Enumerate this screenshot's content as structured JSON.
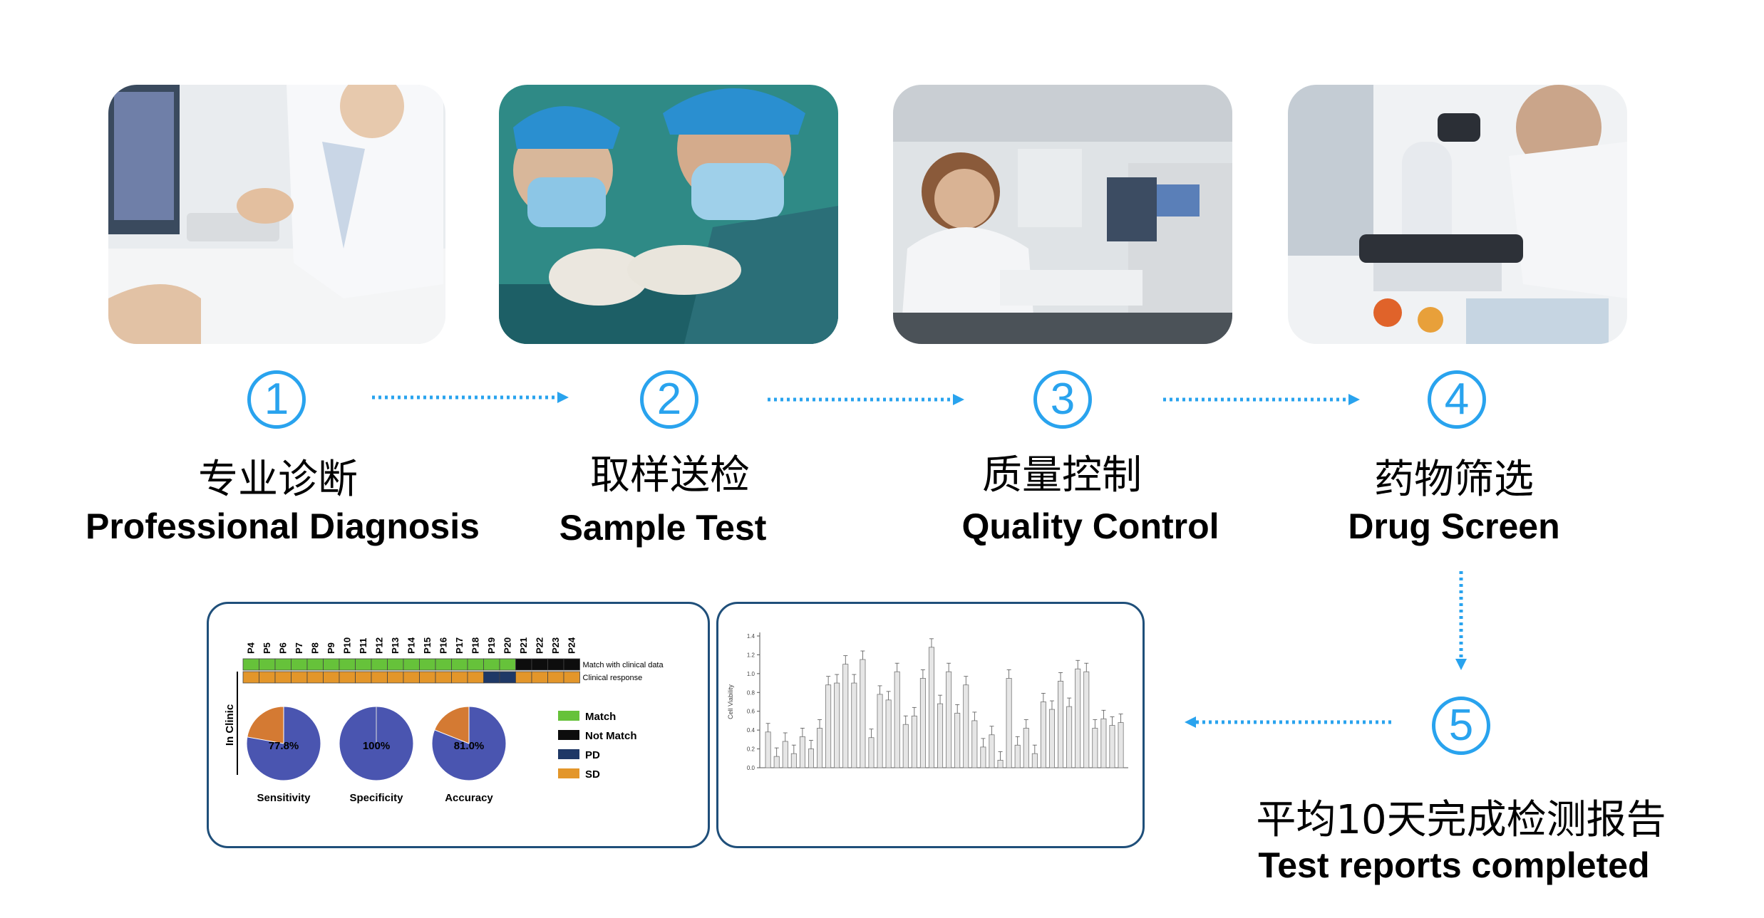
{
  "steps": [
    {
      "num": "1",
      "cn": "专业诊断",
      "en": "Professional Diagnosis"
    },
    {
      "num": "2",
      "cn": "取样送检",
      "en": "Sample Test"
    },
    {
      "num": "3",
      "cn": "质量控制",
      "en": "Quality Control"
    },
    {
      "num": "4",
      "cn": "药物筛选",
      "en": "Drug Screen"
    },
    {
      "num": "5",
      "cn": "平均10天完成检测报告",
      "en": "Test reports completed"
    }
  ],
  "colors": {
    "accent": "#29a3ee",
    "match": "#66c23a",
    "not_match": "#0d0d0d",
    "pd": "#1f3866",
    "sd": "#e3962a",
    "pie_blue": "#4a55b0",
    "pie_orange": "#d47a33",
    "panel_border": "#1f4f7a"
  },
  "clinic_panel": {
    "patients": [
      "P4",
      "P5",
      "P6",
      "P7",
      "P8",
      "P9",
      "P10",
      "P11",
      "P12",
      "P13",
      "P14",
      "P15",
      "P16",
      "P17",
      "P18",
      "P19",
      "P20",
      "P21",
      "P22",
      "P23",
      "P24"
    ],
    "match_row": [
      "Match",
      "Match",
      "Match",
      "Match",
      "Match",
      "Match",
      "Match",
      "Match",
      "Match",
      "Match",
      "Match",
      "Match",
      "Match",
      "Match",
      "Match",
      "Match",
      "Match",
      "Not Match",
      "Not Match",
      "Not Match",
      "Not Match"
    ],
    "response_row": [
      "SD",
      "SD",
      "SD",
      "SD",
      "SD",
      "SD",
      "SD",
      "SD",
      "SD",
      "SD",
      "SD",
      "SD",
      "SD",
      "SD",
      "SD",
      "PD",
      "PD",
      "SD",
      "SD",
      "SD",
      "SD"
    ],
    "row_labels": [
      "Match with clinical data",
      "Clinical response"
    ],
    "side_label": "In Clinic",
    "pies": [
      {
        "value_label": "77.8%",
        "value": 77.8,
        "caption": "Sensitivity"
      },
      {
        "value_label": "100%",
        "value": 100,
        "caption": "Specificity"
      },
      {
        "value_label": "81.0%",
        "value": 81.0,
        "caption": "Accuracy"
      }
    ],
    "legend": [
      {
        "label": "Match",
        "color": "#66c23a"
      },
      {
        "label": "Not Match",
        "color": "#0d0d0d"
      },
      {
        "label": "PD",
        "color": "#1f3866"
      },
      {
        "label": "SD",
        "color": "#e3962a"
      }
    ]
  },
  "chart_data": {
    "type": "bar",
    "ylabel": "Cell Viability",
    "yticks": [
      "0.0",
      "0.2",
      "0.4",
      "0.6",
      "0.8",
      "1.0",
      "1.2",
      "1.4"
    ],
    "ylim": [
      0,
      1.4
    ],
    "values": [
      0.38,
      0.12,
      0.28,
      0.15,
      0.33,
      0.2,
      0.42,
      0.88,
      0.9,
      1.1,
      0.9,
      1.15,
      0.32,
      0.78,
      0.72,
      1.02,
      0.46,
      0.55,
      0.95,
      1.28,
      0.68,
      1.02,
      0.58,
      0.88,
      0.5,
      0.22,
      0.35,
      0.08,
      0.95,
      0.24,
      0.42,
      0.15,
      0.7,
      0.62,
      0.92,
      0.65,
      1.05,
      1.02,
      0.42,
      0.52,
      0.45,
      0.48
    ]
  }
}
